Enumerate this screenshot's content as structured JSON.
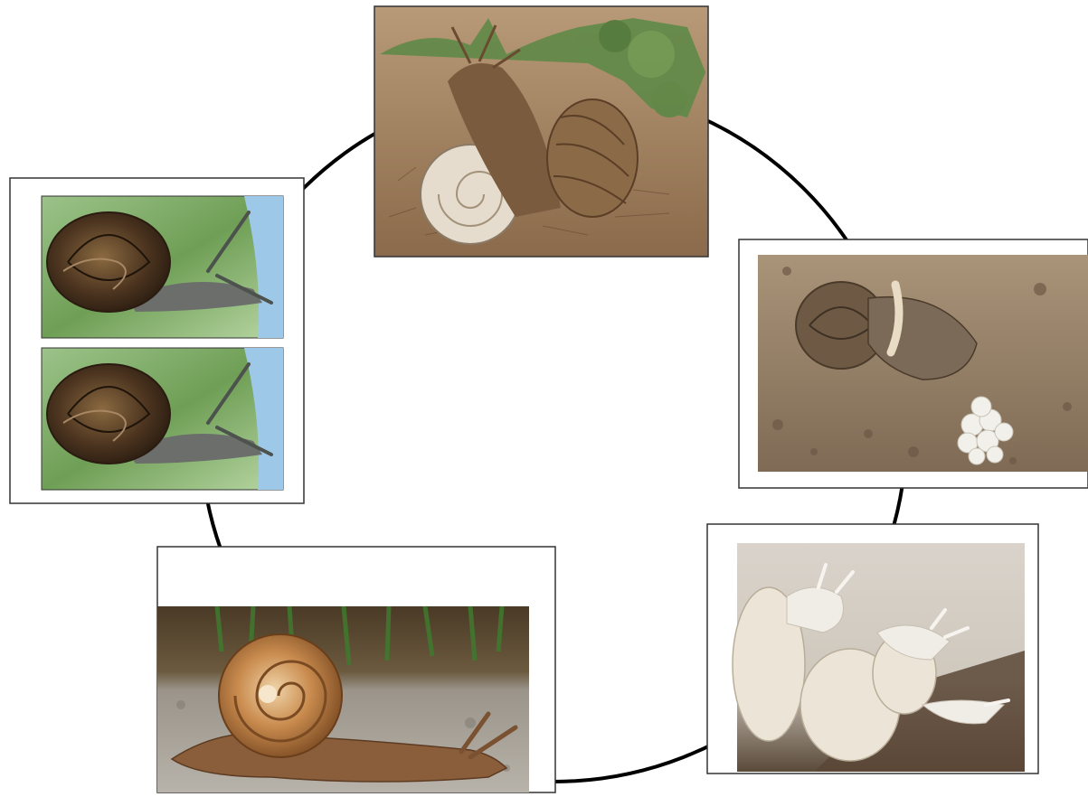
{
  "diagram": {
    "type": "life-cycle",
    "subject": "snail",
    "stages": [
      {
        "id": "mating",
        "image": "two-adult-snails-mating-photo"
      },
      {
        "id": "egg-laying",
        "image": "snail-laying-eggs-photo"
      },
      {
        "id": "hatchlings",
        "image": "newly-hatched-snails-photo"
      },
      {
        "id": "adult",
        "image": "adult-garden-snail-on-rock-photo"
      },
      {
        "id": "juvenile",
        "image": "young-snails-on-leaf-photo-pair"
      }
    ]
  },
  "colors": {
    "cycle_line": "#000000",
    "frame_border": "#333333",
    "frame_fill": "#ffffff"
  }
}
